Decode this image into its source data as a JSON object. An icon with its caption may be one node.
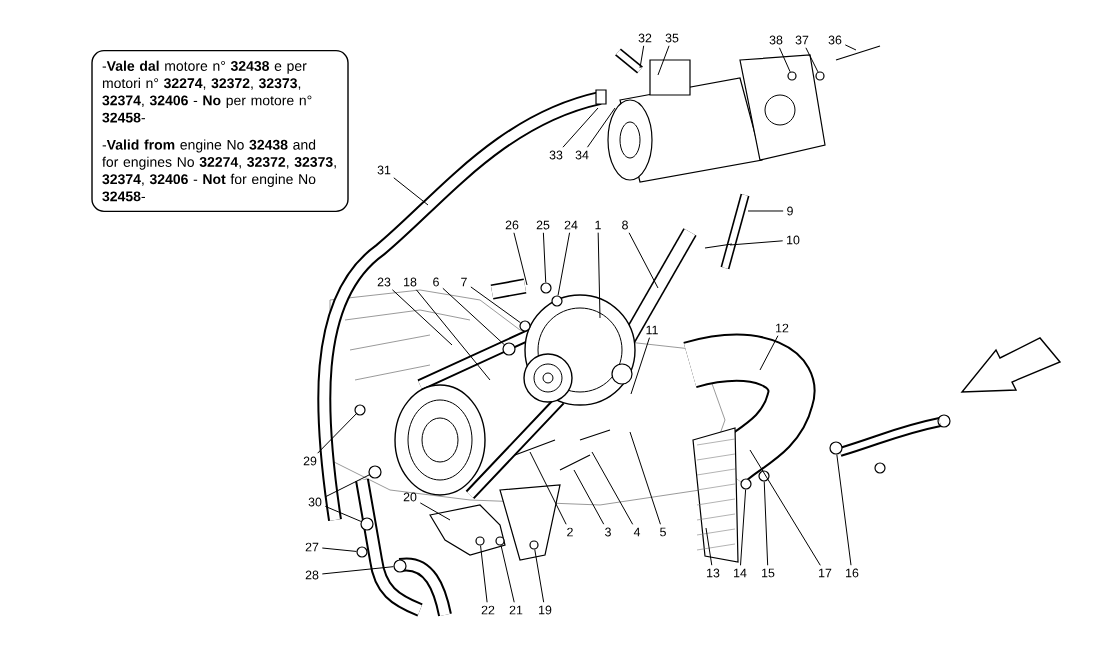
{
  "diagram": {
    "nodes": [
      {
        "text": [
          "-**Vale dal** motore n° **32438** e per motori n° **32274**, **32372**, **32373**, **32374**, **32406** - **No** per motore n° **32458**-",
          "-**Valid from** engine No **32438** and for engines No **32274**, **32372**, **32373**, **32374**, **32406** - **Not** for engine No **32458**-"
        ]
      },
      {
        "text": [
          "32"
        ]
      },
      {
        "text": [
          "35"
        ]
      },
      {
        "text": [
          "38"
        ]
      },
      {
        "text": [
          "37"
        ]
      },
      {
        "text": [
          "36"
        ]
      },
      {
        "text": [
          "33"
        ]
      },
      {
        "text": [
          "34"
        ]
      },
      {
        "text": [
          "31"
        ]
      },
      {
        "text": [
          "9"
        ]
      },
      {
        "text": [
          "26"
        ]
      },
      {
        "text": [
          "25"
        ]
      },
      {
        "text": [
          "24"
        ]
      },
      {
        "text": [
          "1"
        ]
      },
      {
        "text": [
          "8"
        ]
      },
      {
        "text": [
          "10"
        ]
      },
      {
        "text": [
          "23"
        ]
      },
      {
        "text": [
          "18"
        ]
      },
      {
        "text": [
          "6"
        ]
      },
      {
        "text": [
          "7"
        ]
      },
      {
        "text": [
          "12"
        ]
      },
      {
        "text": [
          "11"
        ]
      },
      {
        "text": [
          "29"
        ]
      },
      {
        "text": [
          "30"
        ]
      },
      {
        "text": [
          "20"
        ]
      },
      {
        "text": [
          "2"
        ]
      },
      {
        "text": [
          "3"
        ]
      },
      {
        "text": [
          "4"
        ]
      },
      {
        "text": [
          "5"
        ]
      },
      {
        "text": [
          "27"
        ]
      },
      {
        "text": [
          "28"
        ]
      },
      {
        "text": [
          "22"
        ]
      },
      {
        "text": [
          "21"
        ]
      },
      {
        "text": [
          "19"
        ]
      },
      {
        "text": [
          "13"
        ]
      },
      {
        "text": [
          "14"
        ]
      },
      {
        "text": [
          "15"
        ]
      },
      {
        "text": [
          "17"
        ]
      },
      {
        "text": [
          "16"
        ]
      },
      {
        "text": [],
        "shape": "circle"
      },
      {
        "text": [],
        "shape": "circle"
      },
      {
        "text": [],
        "shape": "circle"
      },
      {
        "text": [],
        "shape": "circle"
      },
      {
        "text": [],
        "shape": "circle"
      },
      {
        "text": [],
        "shape": "circle"
      },
      {
        "text": [],
        "shape": "circle"
      },
      {
        "text": [],
        "shape": "circle"
      },
      {
        "text": [],
        "shape": "circle"
      },
      {
        "text": [],
        "shape": "circle"
      },
      {
        "text": [],
        "shape": "circle"
      },
      {
        "text": [],
        "shape": "circle"
      },
      {
        "text": [],
        "shape": "circle"
      },
      {
        "text": [],
        "shape": "circle"
      },
      {
        "text": [],
        "shape": "circle"
      },
      {
        "text": [],
        "shape": "circle"
      },
      {
        "text": [],
        "shape": "circle"
      }
    ],
    "edges": [
      {
        "from": 1,
        "to": null,
        "arrow": "none"
      },
      {
        "from": 2,
        "to": null,
        "arrow": "none"
      },
      {
        "from": 3,
        "to": 53,
        "arrow": "none"
      },
      {
        "from": 4,
        "to": 54,
        "arrow": "none"
      },
      {
        "from": 5,
        "to": null,
        "arrow": "none"
      },
      {
        "from": 6,
        "to": null,
        "arrow": "none"
      },
      {
        "from": 7,
        "to": null,
        "arrow": "none"
      },
      {
        "from": 8,
        "to": null,
        "arrow": "none"
      },
      {
        "from": 9,
        "to": null,
        "arrow": "none"
      },
      {
        "from": 10,
        "to": null,
        "arrow": "none"
      },
      {
        "from": 11,
        "to": 49,
        "arrow": "none"
      },
      {
        "from": 12,
        "to": 50,
        "arrow": "none"
      },
      {
        "from": 13,
        "to": null,
        "arrow": "none"
      },
      {
        "from": 14,
        "to": null,
        "arrow": "none"
      },
      {
        "from": 15,
        "to": null,
        "arrow": "none"
      },
      {
        "from": 16,
        "to": null,
        "arrow": "none"
      },
      {
        "from": 17,
        "to": null,
        "arrow": "none"
      },
      {
        "from": 18,
        "to": 46,
        "arrow": "none"
      },
      {
        "from": 19,
        "to": 47,
        "arrow": "none"
      },
      {
        "from": 20,
        "to": null,
        "arrow": "none"
      },
      {
        "from": 21,
        "to": null,
        "arrow": "none"
      },
      {
        "from": 22,
        "to": 39,
        "arrow": "none"
      },
      {
        "from": 23,
        "to": 42,
        "arrow": "none"
      },
      {
        "from": 23,
        "to": 41,
        "arrow": "none"
      },
      {
        "from": 24,
        "to": null,
        "arrow": "none"
      },
      {
        "from": 25,
        "to": null,
        "arrow": "none"
      },
      {
        "from": 26,
        "to": null,
        "arrow": "none"
      },
      {
        "from": 27,
        "to": null,
        "arrow": "none"
      },
      {
        "from": 28,
        "to": null,
        "arrow": "none"
      },
      {
        "from": 29,
        "to": 40,
        "arrow": "none"
      },
      {
        "from": 30,
        "to": 43,
        "arrow": "none"
      },
      {
        "from": 31,
        "to": 44,
        "arrow": "none"
      },
      {
        "from": 32,
        "to": 45,
        "arrow": "none"
      },
      {
        "from": 33,
        "to": 48,
        "arrow": "none"
      },
      {
        "from": 34,
        "to": null,
        "arrow": "none"
      },
      {
        "from": 35,
        "to": 51,
        "arrow": "none"
      },
      {
        "from": 36,
        "to": 52,
        "arrow": "none"
      },
      {
        "from": 37,
        "to": null,
        "arrow": "none"
      },
      {
        "from": 38,
        "to": 55,
        "arrow": "none"
      }
    ]
  }
}
